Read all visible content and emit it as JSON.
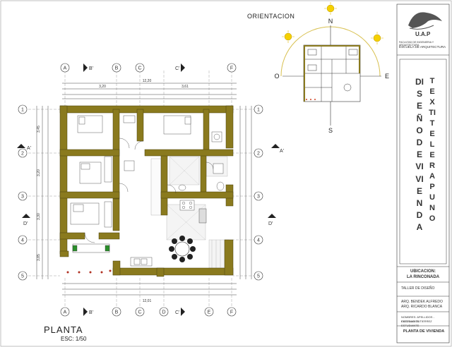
{
  "plan": {
    "title": "PLANTA",
    "scale": "ESC: 1/50"
  },
  "orientation": {
    "title": "ORIENTACION",
    "north": "N",
    "south": "S",
    "east": "E",
    "west": "O"
  },
  "axes": {
    "columns": [
      "A",
      "B",
      "C",
      "D",
      "E",
      "F"
    ],
    "rows": [
      "1",
      "2",
      "3",
      "4",
      "5"
    ],
    "section_b": "B'",
    "section_c": "C'",
    "section_a": "A'",
    "section_d": "D'"
  },
  "dimensions": {
    "overall": "12,20",
    "overall_bottom": "12,01",
    "top_a": "3,20",
    "top_b": "3,61",
    "left_1": "3,45",
    "left_2": "3,20",
    "left_3": "3,30",
    "left_4": "3,85"
  },
  "title_block": {
    "logo": "U.A.P",
    "school_1": "FACULTAD DE INGENIERIA Y ARQUITECTURA",
    "school_2": "ESCUELA DE ARQUITECTURA",
    "project_title": "DISEÑO DE VIVIENDA",
    "project_sub": "TEXTITELERA PUNO",
    "location_label": "UBICACION:",
    "location_value": "LA RINCONADA",
    "course_label": "TALLER DE DISEÑO",
    "author_lines": [
      "ARQ. BENDEK ALFREDO",
      "ARQ. RICARDO BLANCA"
    ],
    "students": [
      "NOMBRES: APELLIDOS - ESTUDIANTE",
      "CASTILLO GUTIERREZ ESTUDIANTE"
    ],
    "sheet_label": "PLANTA DE VIVIENDA"
  },
  "colors": {
    "wall": "#8a7a1e",
    "line": "#333333"
  }
}
